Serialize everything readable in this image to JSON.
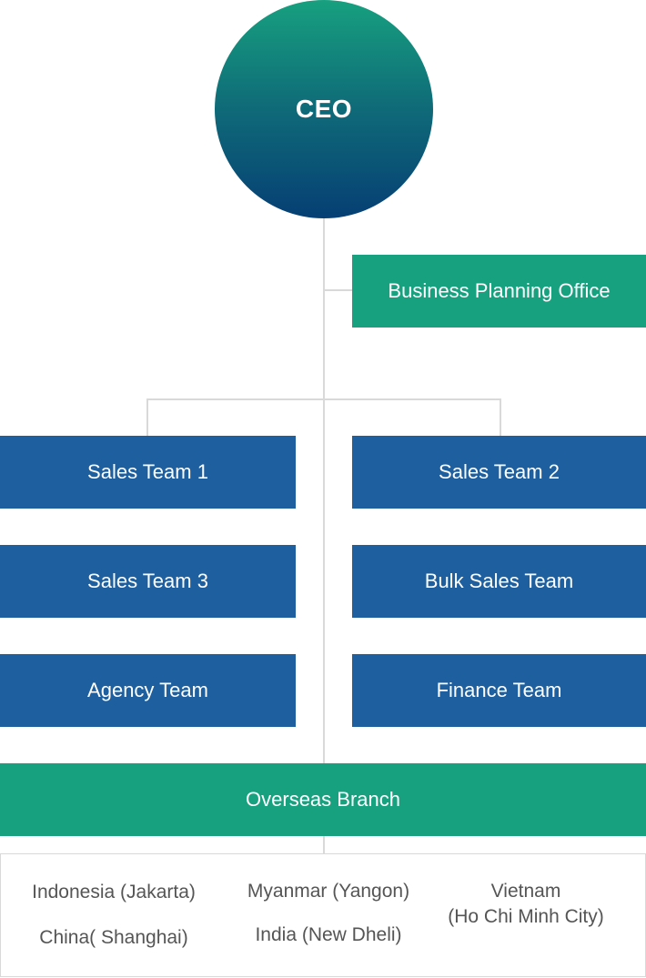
{
  "ceo": {
    "label": "CEO"
  },
  "business_planning": {
    "label": "Business Planning Office"
  },
  "teams": {
    "sales1": "Sales Team 1",
    "sales2": "Sales Team 2",
    "sales3": "Sales Team 3",
    "bulk": "Bulk Sales Team",
    "agency": "Agency Team",
    "finance": "Finance Team"
  },
  "overseas": {
    "label": "Overseas Branch",
    "locations": {
      "indonesia": "Indonesia (Jakarta)",
      "myanmar": "Myanmar (Yangon)",
      "vietnam_line1": "Vietnam",
      "vietnam_line2": "(Ho Chi Minh City)",
      "china": "China( Shanghai)",
      "india": "India (New Dheli)"
    }
  },
  "colors": {
    "green": "#17a17f",
    "blue": "#1d5f9f",
    "ceo_gradient_top": "#17a07f",
    "ceo_gradient_bottom": "#063f74",
    "connector": "#d9d9d9"
  }
}
